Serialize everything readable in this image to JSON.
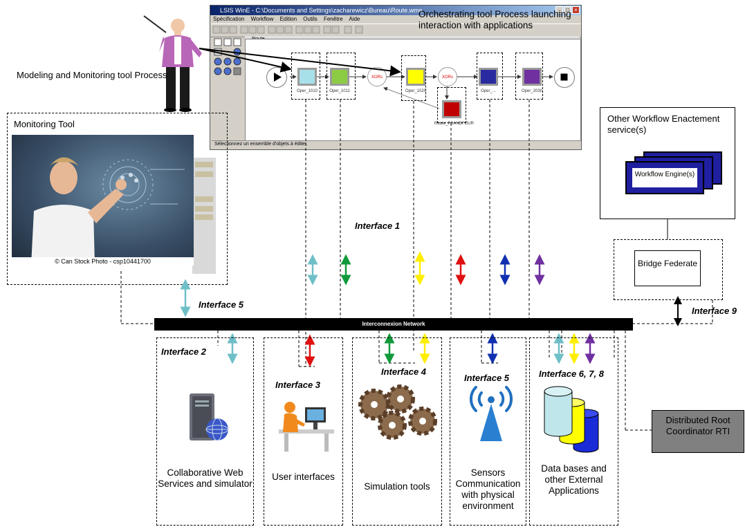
{
  "window": {
    "title": "LSIS WinE - C:\\Documents and Settings\\zacharewicz\\Bureau\\Route.wme",
    "menu": [
      "Spécification",
      "Workflow",
      "Edition",
      "Outils",
      "Fenêtre",
      "Aide"
    ],
    "inner_title": "Route",
    "status": "Sélectionnez un ensemble d'objets à éditer.",
    "tasks": [
      {
        "label": "Oper_1010",
        "color": "#a8e0ea"
      },
      {
        "label": "Oper_1011",
        "color": "#8ccc44"
      },
      {
        "label": "Oper_1020",
        "color": "#ffff00"
      },
      {
        "label": "Route_PSANDFOUR",
        "color": "#c00000"
      },
      {
        "label": "Oper_...",
        "color": "#2a2aa0"
      },
      {
        "label": "Oper_2030",
        "color": "#7030a0"
      }
    ],
    "xor1": "XORs",
    "xor2": "XORs"
  },
  "labels": {
    "orchestrating": "Orchestrating tool Process launching interaction with applications",
    "modeling": "Modeling and Monitoring tool Process",
    "monitoring_tool": "Monitoring Tool",
    "photo_caption": "© Can Stock Photo - csp10441700",
    "other_workflow": "Other Workflow Enactement service(s)",
    "workflow_engine": "Workflow Engine(s)",
    "bridge": "Bridge Federate",
    "network": "Interconnexion Network",
    "drc": "Distributed Root Coordinator RTI"
  },
  "interfaces": {
    "i1": "Interface 1",
    "i2": "Interface 2",
    "i3": "Interface 3",
    "i4": "Interface 4",
    "i5_top": "Interface 5",
    "i5_bottom": "Interface 5",
    "i678": "Interface 6, 7, 8",
    "i9": "Interface 9"
  },
  "applications": {
    "web": "Collaborative Web Services and simulator",
    "ui": "User interfaces",
    "sim": "Simulation tools",
    "sensors": "Sensors Communication with physical environment",
    "db": "Data bases and other External Applications"
  },
  "icons": {
    "server": "server-globe-icon",
    "user": "user-at-computer-icon",
    "gears": "gears-icon",
    "antenna": "wireless-antenna-icon",
    "database": "database-cylinders-icon"
  },
  "arrow_colors": {
    "teal": "#6fbfc8",
    "green": "#119a3b",
    "yellow": "#ffff00",
    "red": "#e01010",
    "blue": "#1030b0",
    "purple": "#7030a0",
    "black": "#000000"
  }
}
